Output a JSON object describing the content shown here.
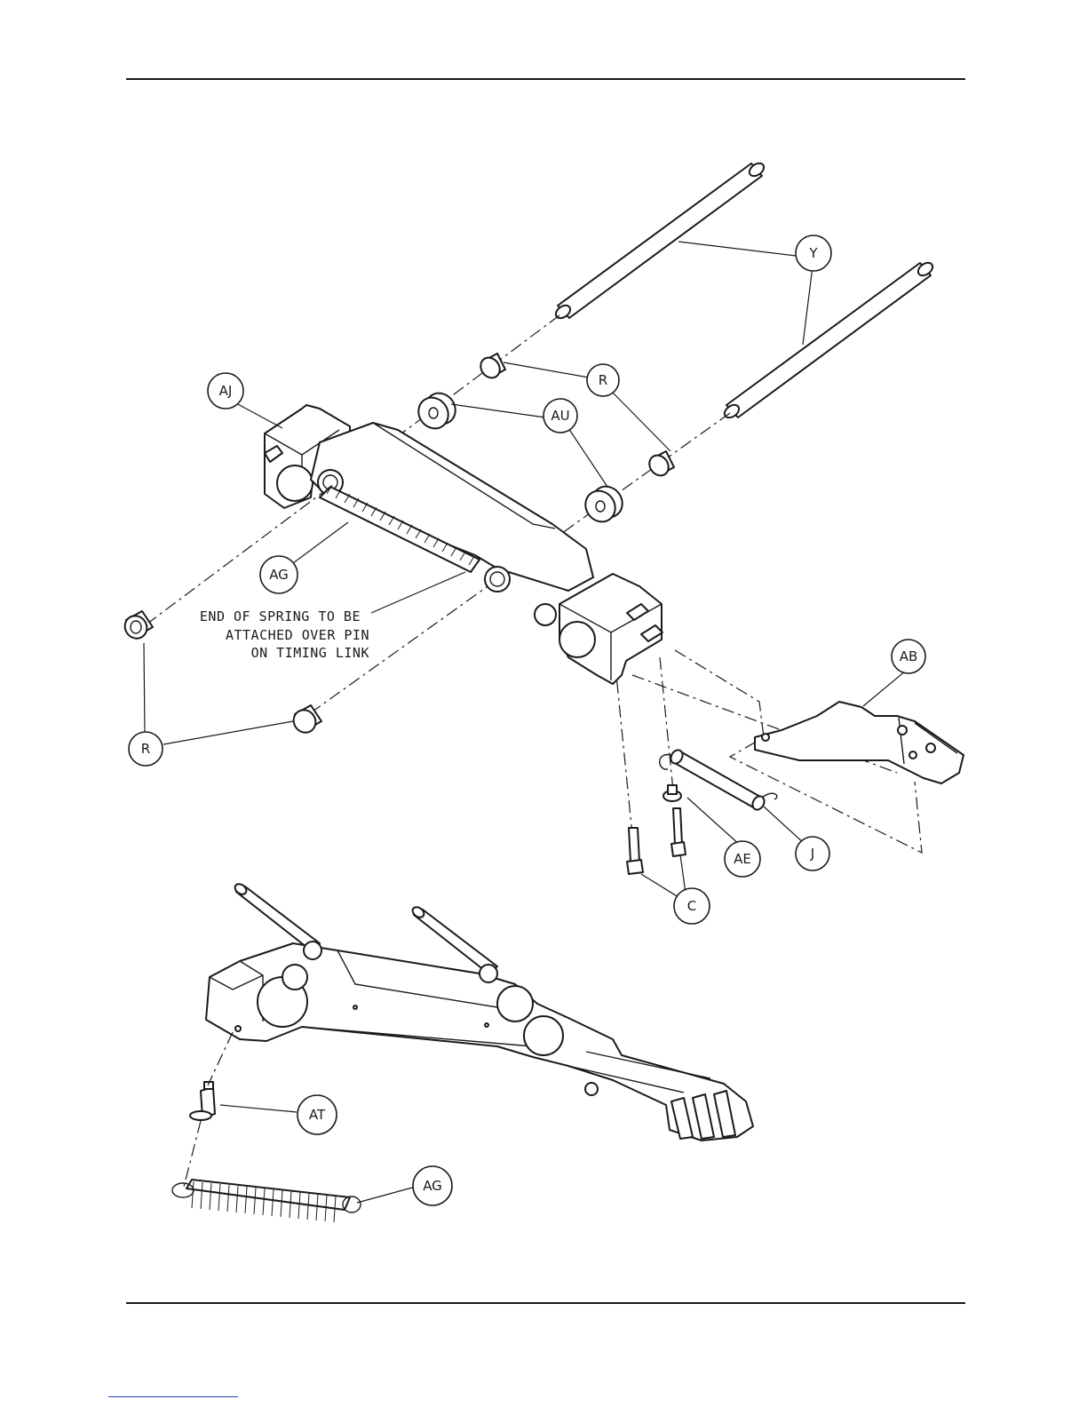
{
  "diagram": {
    "callouts": {
      "y": "Y",
      "r_top": "R",
      "aj": "AJ",
      "au": "AU",
      "ag_top": "AG",
      "r_left": "R",
      "ab": "AB",
      "ae": "AE",
      "j": "J",
      "c": "C",
      "at": "AT",
      "ag_bottom": "AG"
    },
    "note": {
      "line1": "END OF SPRING TO BE",
      "line2": "ATTACHED OVER PIN",
      "line3": "ON TIMING LINK"
    }
  }
}
